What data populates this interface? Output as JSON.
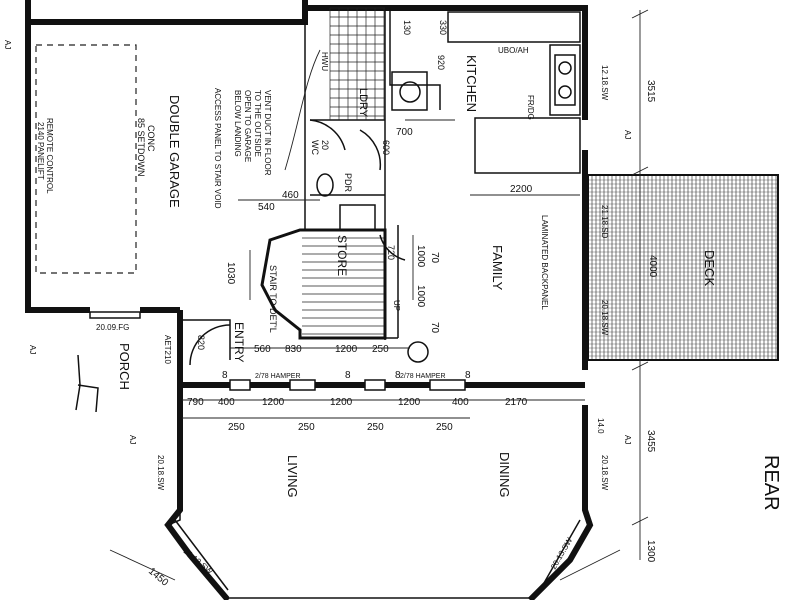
{
  "rooms": {
    "double_garage": "DOUBLE GARAGE",
    "conc": "CONC",
    "setdown": "85 SETDOWN",
    "remote_control": "REMOTE CONTROL",
    "panel_lift": "2140 PANELIFT",
    "kitchen": "KITCHEN",
    "ldry": "LDRY",
    "family": "FAMILY",
    "laminated_backpanel": "LAMINATED BACKPANEL",
    "deck": "DECK",
    "living": "LIVING",
    "dining": "DINING",
    "porch": "PORCH",
    "entry": "ENTRY",
    "store": "STORE",
    "stair_detail": "STAIR TO DET'L",
    "rear": "REAR",
    "wc": "WC",
    "pdr": "PDR",
    "uboah": "UBO/AH",
    "fridge": "FR/DG",
    "hwu": "HWU",
    "up": "UP"
  },
  "notes": {
    "vent_1": "VENT DUCT IN FLOOR",
    "vent_2": "TO THE OUTSIDE",
    "vent_3": "OPEN TO GARAGE",
    "vent_4": "BELOW LANDING",
    "vent_5": "ACCESS PANEL TO STAIR VOID"
  },
  "dims": {
    "d3515": "3515",
    "d3455": "3455",
    "d1300": "1300",
    "d2200": "2200",
    "d4000": "4000",
    "d700": "700",
    "d540": "540",
    "d460": "460",
    "d1030": "1030",
    "d1000a": "1000",
    "d1000b": "1000",
    "d70a": "70",
    "d70b": "70",
    "d560": "560",
    "d830": "830",
    "d1200a": "1200",
    "d250a": "250",
    "d790": "790",
    "d400a": "400",
    "d1200b": "1200",
    "d1200c": "1200",
    "d1200d": "1200",
    "d400b": "400",
    "d2170": "2170",
    "d250b": "250",
    "d250c": "250",
    "d250d": "250",
    "d250e": "250",
    "d1450": "1450",
    "d8a": "8",
    "d8b": "8",
    "d8c": "8",
    "d8d": "8",
    "d820": "820",
    "d720": "720",
    "d920": "920",
    "d600": "600",
    "d330": "330",
    "d130": "130",
    "d20": "20"
  },
  "windows": {
    "w1": "12.18.SW",
    "w2": "21.18.SD",
    "w3": "20.18.SW",
    "w4": "20.18.SW",
    "w5": "20.18.SW",
    "w6": "20.13.SW",
    "w7": "20.09.FG",
    "w8": "20.13.SW",
    "w9": "14.0",
    "aj1": "AJ",
    "aj2": "AJ",
    "aj3": "AJ",
    "aj4": "AJ",
    "aj5": "AJ",
    "aet": "AET210",
    "hamper1": "2/78 HAMPER",
    "hamper2": "2/78 HAMPER"
  }
}
